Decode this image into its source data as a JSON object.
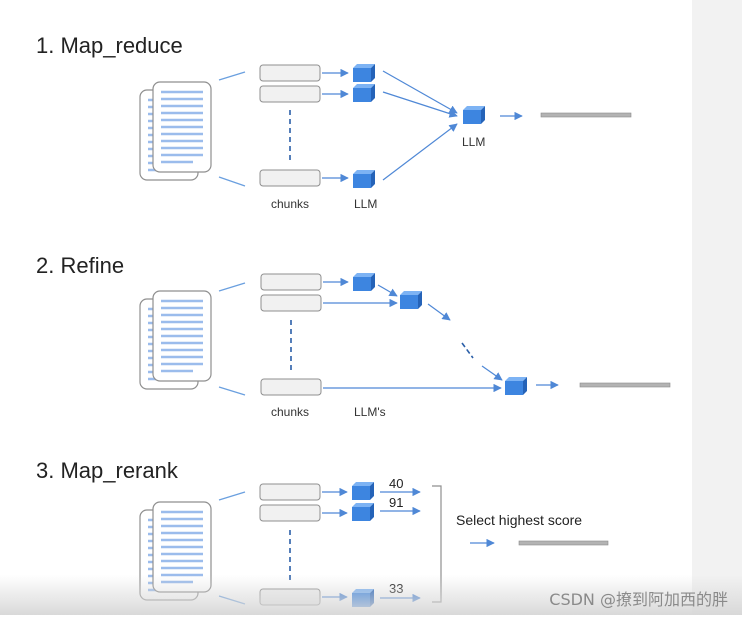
{
  "sections": [
    {
      "title": "1. Map_reduce",
      "chunks_label": "chunks",
      "llm_label": "LLM",
      "final_llm_label": "LLM"
    },
    {
      "title": "2. Refine",
      "chunks_label": "chunks",
      "llm_label": "LLM's"
    },
    {
      "title": "3. Map_rerank",
      "scores": [
        "40",
        "91",
        "33"
      ],
      "select_label": "Select highest score"
    }
  ],
  "watermark": "CSDN @撩到阿加西的胖",
  "colors": {
    "cube_front": "#3d85e0",
    "cube_top": "#7db3f4",
    "cube_side": "#2563b8",
    "arrow": "#4f88d6",
    "doc_lines": "#9bbcec",
    "output_bar": "#b3b3b3"
  }
}
